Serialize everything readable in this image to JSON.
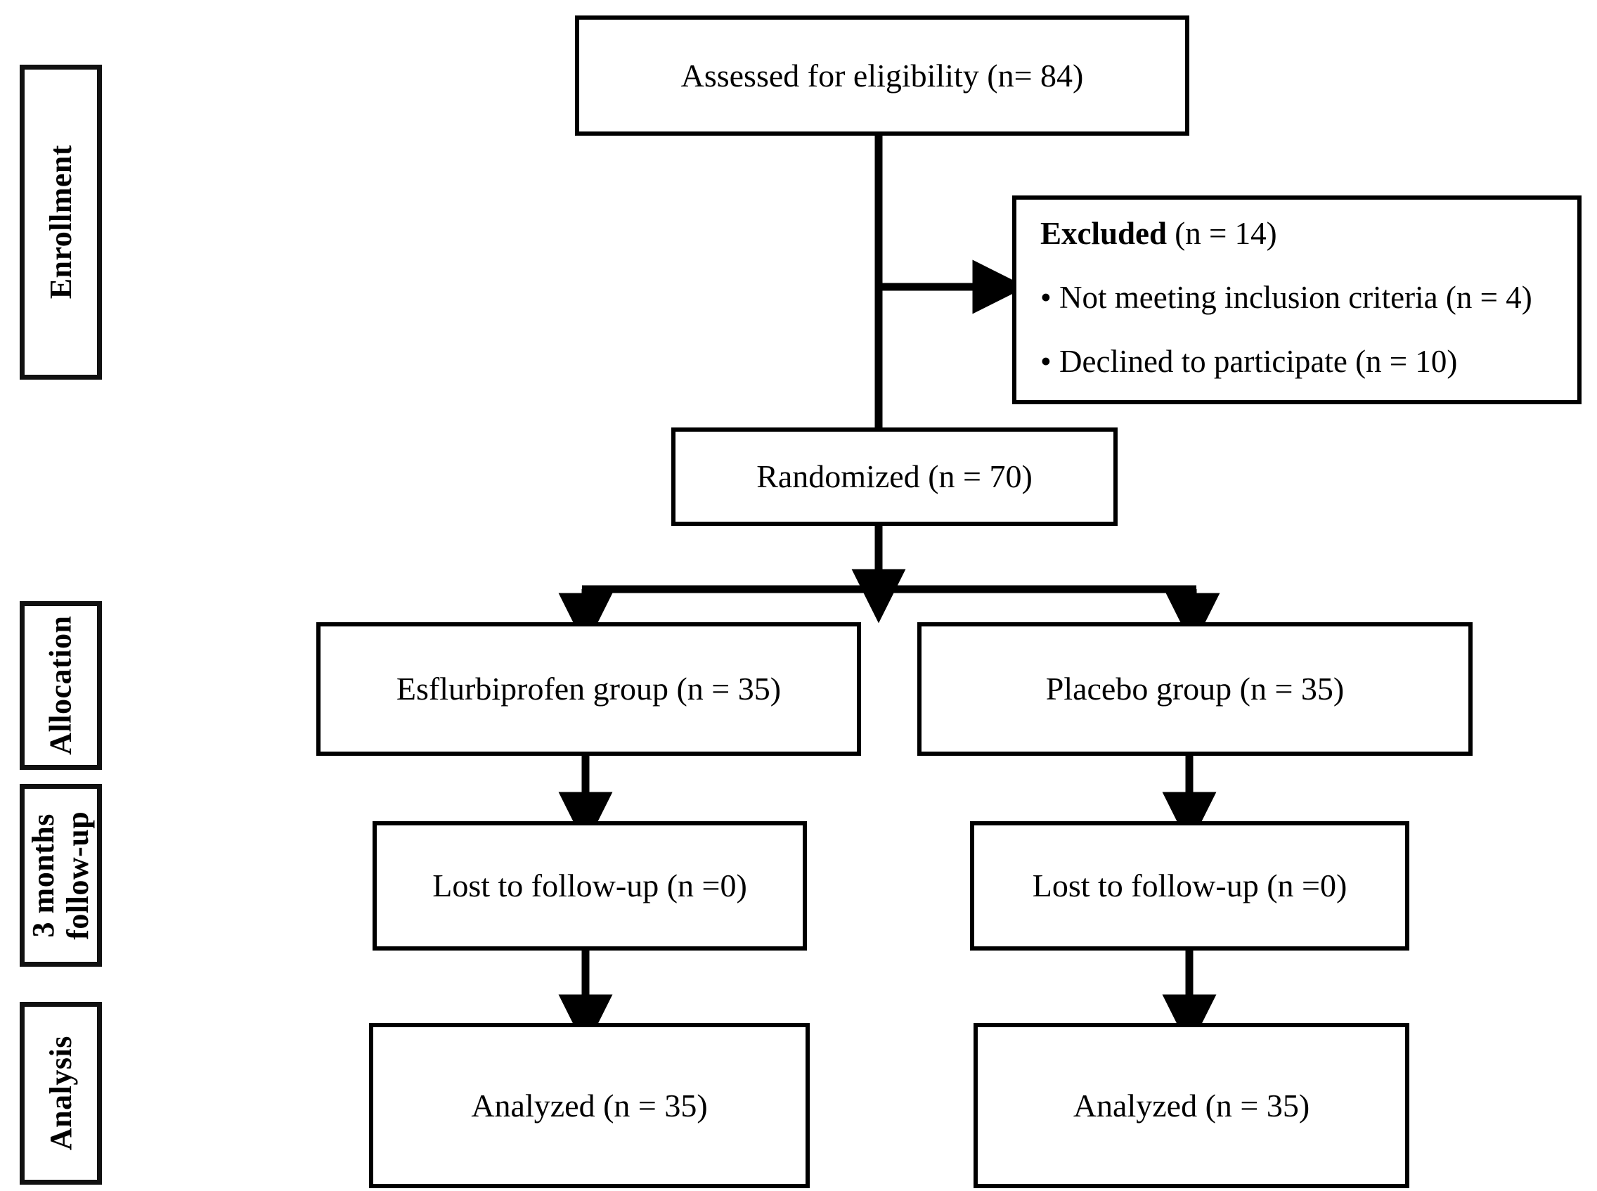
{
  "diagram": {
    "title": "CONSORT participant flow diagram",
    "line_color": "#000000",
    "box_border_color": "#000000",
    "background": "#ffffff"
  },
  "stages": [
    {
      "key": "enrollment",
      "label": "Enrollment"
    },
    {
      "key": "allocation",
      "label": "Allocation"
    },
    {
      "key": "followup",
      "label_line1": "3 months",
      "label_line2": "follow-up"
    },
    {
      "key": "analysis",
      "label": "Analysis"
    }
  ],
  "nodes": {
    "assessed": {
      "text": "Assessed for eligibility (n= 84)"
    },
    "excluded": {
      "heading_bold": "Excluded",
      "heading_rest": " (n = 14)",
      "items": [
        "• Not meeting inclusion criteria (n = 4)",
        "• Declined to participate (n = 10)"
      ]
    },
    "randomized": {
      "text": "Randomized (n = 70)"
    },
    "group_left": {
      "text": "Esflurbiprofen group (n = 35)"
    },
    "group_right": {
      "text": "Placebo group (n = 35)"
    },
    "lost_left": {
      "text": "Lost to follow-up (n =0)"
    },
    "lost_right": {
      "text": "Lost to follow-up (n =0)"
    },
    "analyzed_left": {
      "text": "Analyzed (n = 35)"
    },
    "analyzed_right": {
      "text": "Analyzed (n = 35)"
    }
  },
  "flow_data": {
    "type": "flowchart",
    "counts": {
      "assessed_for_eligibility": 84,
      "excluded_total": 14,
      "not_meeting_inclusion_criteria": 4,
      "declined_to_participate": 10,
      "randomized": 70,
      "esflurbiprofen_allocated": 35,
      "placebo_allocated": 35,
      "esflurbiprofen_lost_to_followup": 0,
      "placebo_lost_to_followup": 0,
      "esflurbiprofen_analyzed": 35,
      "placebo_analyzed": 35
    },
    "arms": [
      "Esflurbiprofen group",
      "Placebo group"
    ],
    "followup_duration": "3 months"
  }
}
